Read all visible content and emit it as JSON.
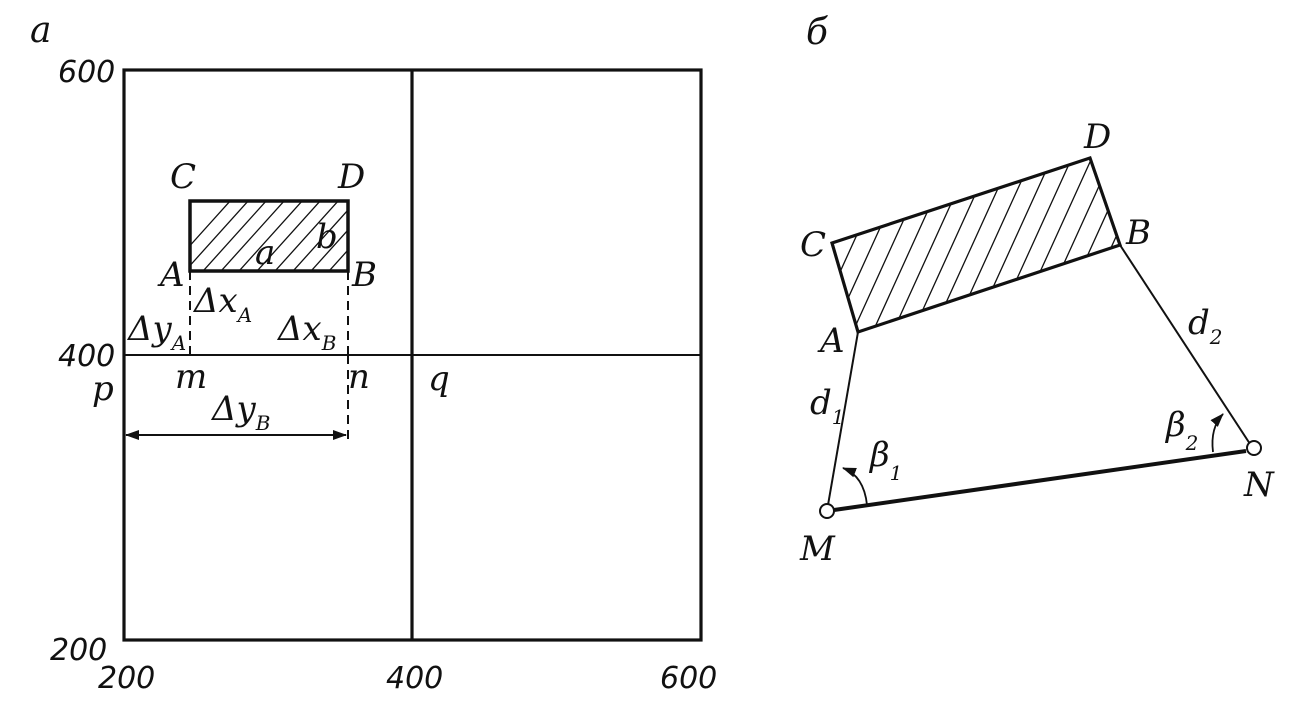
{
  "panel_a": {
    "letter": "a",
    "axis_ticks": {
      "y600": "600",
      "y400": "400",
      "y200": "200",
      "x200": "200",
      "x400": "400",
      "x600": "600"
    },
    "corners": {
      "C": "C",
      "D": "D",
      "A": "A",
      "B": "B"
    },
    "sides": {
      "a": "a",
      "b": "b"
    },
    "points": {
      "m": "m",
      "n": "n",
      "p": "p",
      "q": "q"
    },
    "deltas": {
      "dxA": "Δx",
      "dxA_sub": "A",
      "dxB": "Δx",
      "dxB_sub": "B",
      "dyA": "Δy",
      "dyA_sub": "A",
      "dyB": "Δy",
      "dyB_sub": "B"
    }
  },
  "panel_b": {
    "letter": "б",
    "vertices": {
      "C": "C",
      "D": "D",
      "A": "A",
      "B": "B",
      "M": "M",
      "N": "N"
    },
    "d1": "d",
    "d1_sub": "1",
    "d2": "d",
    "d2_sub": "2",
    "beta1": "β",
    "beta1_sub": "1",
    "beta2": "β",
    "beta2_sub": "2"
  }
}
